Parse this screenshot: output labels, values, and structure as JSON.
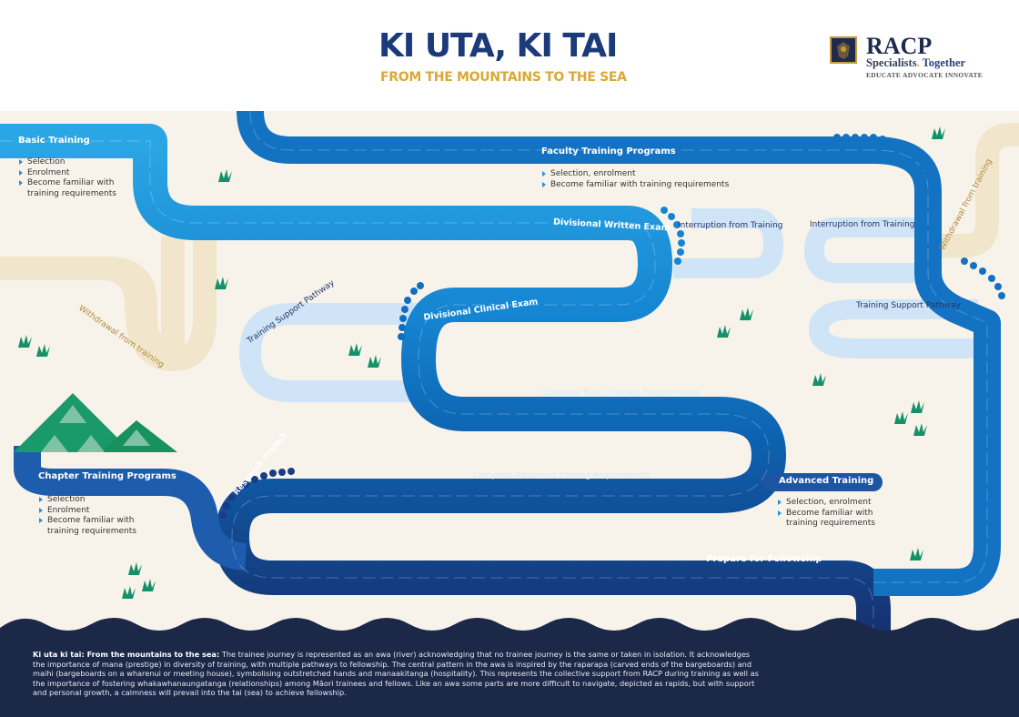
{
  "header": {
    "title": "KI UTA, KI TAI",
    "subtitle": "FROM THE MOUNTAINS TO THE SEA"
  },
  "logo": {
    "name": "RACP",
    "tagline_part1": "Specialists",
    "tagline_dot": ".",
    "tagline_part2": " Together",
    "motto": "EDUCATE  ADVOCATE  INNOVATE",
    "crest_icon": "racp-crest-icon"
  },
  "colors": {
    "background": "#f8f3ea",
    "navy": "#1c2848",
    "river_light": "#2ba0e0",
    "river_mid": "#0f74c4",
    "river_dark": "#163a86",
    "pathway_pale": "#cfe4f6",
    "withdrawal_beige": "#f1e6cc",
    "mountain_green": "#1a9a6a",
    "accent_gold": "#d9a935"
  },
  "stages": {
    "basic_training": {
      "label": "Basic Training",
      "items": [
        "Selection",
        "Enrolment",
        "Become familiar with training requirements"
      ]
    },
    "faculty_training": {
      "label": "Faculty Training Programs",
      "items": [
        "Selection, enrolment",
        "Become familiar with training requirements"
      ]
    },
    "chapter_training": {
      "label": "Chapter Training Programs",
      "items": [
        "Selection",
        "Enrolment",
        "Become familiar with training requirements"
      ]
    },
    "advanced_training": {
      "label": "Advanced Training",
      "items": [
        "Selection, enrolment",
        "Become familiar with training requirements"
      ]
    }
  },
  "milestones": {
    "divisional_written_exam": "Divisional Written Exam",
    "divisional_clinical_exam": "Divisional Clinical Exam",
    "complete_basic": "Complete Basic Training Requirements",
    "complete_advanced": "Complete Advanced Training Requirements",
    "research_project": "Research Project",
    "prepare_fellowship": "Prepare for Fellowship"
  },
  "side_paths": {
    "interruption_1": "Interruption from Training",
    "interruption_2": "Interruption from Training",
    "support_1": "Training Support Pathway",
    "support_2": "Training Support Pathway",
    "withdrawal_1": "Withdrawal from training",
    "withdrawal_2": "Withdrawal from training"
  },
  "footer": {
    "heading": "Ki uta ki tai: From the mountains to the sea:",
    "body": " The trainee journey is represented as an awa (river) acknowledging that no trainee journey is the same or taken in isolation. It acknowledges the importance of mana (prestige) in diversity of training, with multiple pathways to fellowship.  The central pattern in the awa is inspired by the raparapa (carved ends of the bargeboards) and maihi (bargeboards on a wharenui or meeting house), symbolising outstretched hands and manaakitanga (hospitality). This represents the collective support from RACP during training as well as the importance of fostering whakawhanaungatanga (relationships) among Māori trainees and fellows. Like an awa some parts are more difficult to navigate, depicted as rapids, but with support and personal growth, a calmness will prevail into the tai (sea) to achieve fellowship."
  }
}
